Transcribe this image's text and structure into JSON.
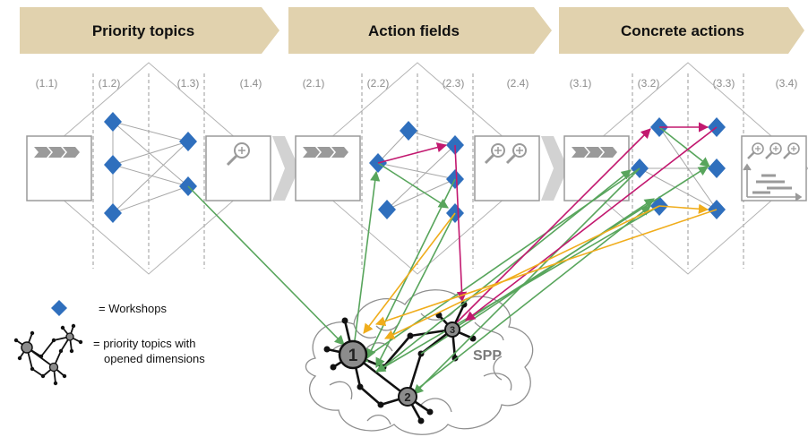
{
  "phases": [
    {
      "label": "Priority topics"
    },
    {
      "label": "Action fields"
    },
    {
      "label": "Concrete actions"
    }
  ],
  "columns": [
    "(1.1)",
    "(1.2)",
    "(1.3)",
    "(1.4)",
    "(2.1)",
    "(2.2)",
    "(2.3)",
    "(2.4)",
    "(3.1)",
    "(3.2)",
    "(3.3)",
    "(3.4)"
  ],
  "legend": {
    "workshops": "= Workshops",
    "topics_line1": "= priority topics with",
    "topics_line2": "opened dimensions"
  },
  "network": {
    "node1": "1",
    "node2": "2",
    "node3": "3",
    "spp": "SPP"
  },
  "colors": {
    "banner": "#e1d2ae",
    "diamond": "#2f6fbd",
    "arrow_green": "#58a55c",
    "arrow_magenta": "#c2186f",
    "arrow_orange": "#f0ad1c",
    "gray_line": "#a8a8a8"
  }
}
